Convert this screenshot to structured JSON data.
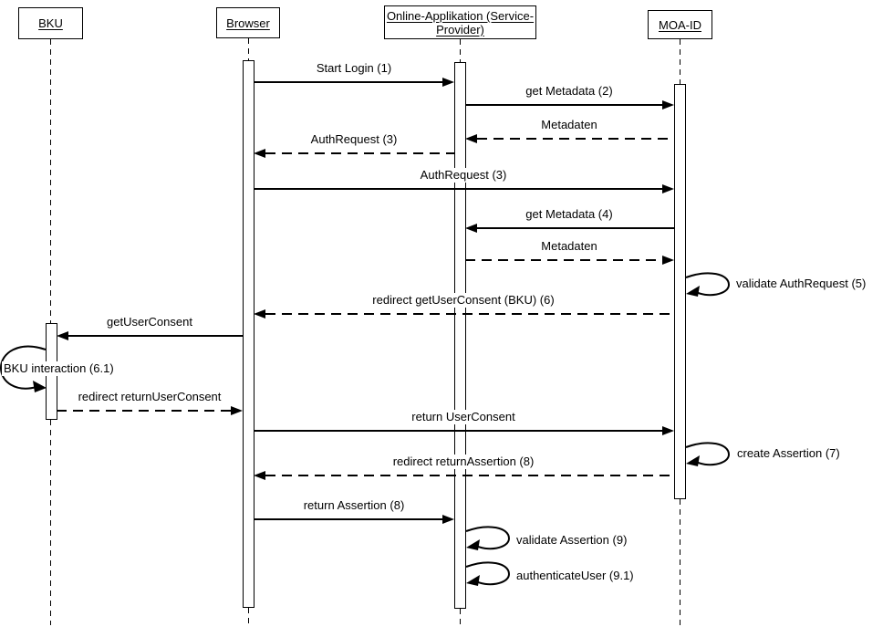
{
  "diagram_type": "uml-sequence-diagram",
  "colors": {
    "line": "#000000",
    "background": "#ffffff",
    "text": "#000000"
  },
  "actors": [
    {
      "id": "bku",
      "label": "BKU"
    },
    {
      "id": "browser",
      "label": "Browser"
    },
    {
      "id": "online-applikation",
      "label": "Online-Applikation (Service-Provider)",
      "label_lines": [
        "Online-Applikation (Service-",
        "Provider)"
      ]
    },
    {
      "id": "moa-id",
      "label": "MOA-ID"
    }
  ],
  "messages": [
    {
      "label": "Start Login (1)",
      "from": "Browser",
      "to": "Online-Applikation (Service-Provider)",
      "style": "solid"
    },
    {
      "label": "get Metadata (2)",
      "from": "Online-Applikation (Service-Provider)",
      "to": "MOA-ID",
      "style": "solid"
    },
    {
      "label": "Metadaten",
      "from": "MOA-ID",
      "to": "Online-Applikation (Service-Provider)",
      "style": "dashed"
    },
    {
      "label": "AuthRequest (3)",
      "from": "Online-Applikation (Service-Provider)",
      "to": "Browser",
      "style": "dashed"
    },
    {
      "label": "AuthRequest (3)",
      "from": "Browser",
      "to": "MOA-ID",
      "style": "solid"
    },
    {
      "label": "get Metadata (4)",
      "from": "MOA-ID",
      "to": "Online-Applikation (Service-Provider)",
      "style": "solid"
    },
    {
      "label": "Metadaten",
      "from": "Online-Applikation (Service-Provider)",
      "to": "MOA-ID",
      "style": "dashed"
    },
    {
      "label": "validate AuthRequest (5)",
      "from": "MOA-ID",
      "to": "MOA-ID",
      "style": "self"
    },
    {
      "label": "redirect getUserConsent (BKU) (6)",
      "from": "MOA-ID",
      "to": "Browser",
      "style": "dashed"
    },
    {
      "label": "getUserConsent",
      "from": "Browser",
      "to": "BKU",
      "style": "solid"
    },
    {
      "label": "BKU interaction (6.1)",
      "from": "BKU",
      "to": "BKU",
      "style": "self"
    },
    {
      "label": "redirect returnUserConsent",
      "from": "BKU",
      "to": "Browser",
      "style": "dashed"
    },
    {
      "label": "return UserConsent",
      "from": "Browser",
      "to": "MOA-ID",
      "style": "solid"
    },
    {
      "label": "create Assertion (7)",
      "from": "MOA-ID",
      "to": "MOA-ID",
      "style": "self"
    },
    {
      "label": "redirect returnAssertion (8)",
      "from": "MOA-ID",
      "to": "Browser",
      "style": "dashed"
    },
    {
      "label": "return Assertion (8)",
      "from": "Browser",
      "to": "Online-Applikation (Service-Provider)",
      "style": "solid"
    },
    {
      "label": "validate Assertion (9)",
      "from": "Online-Applikation (Service-Provider)",
      "to": "Online-Applikation (Service-Provider)",
      "style": "self"
    },
    {
      "label": "authenticateUser (9.1)",
      "from": "Online-Applikation (Service-Provider)",
      "to": "Online-Applikation (Service-Provider)",
      "style": "self"
    }
  ]
}
